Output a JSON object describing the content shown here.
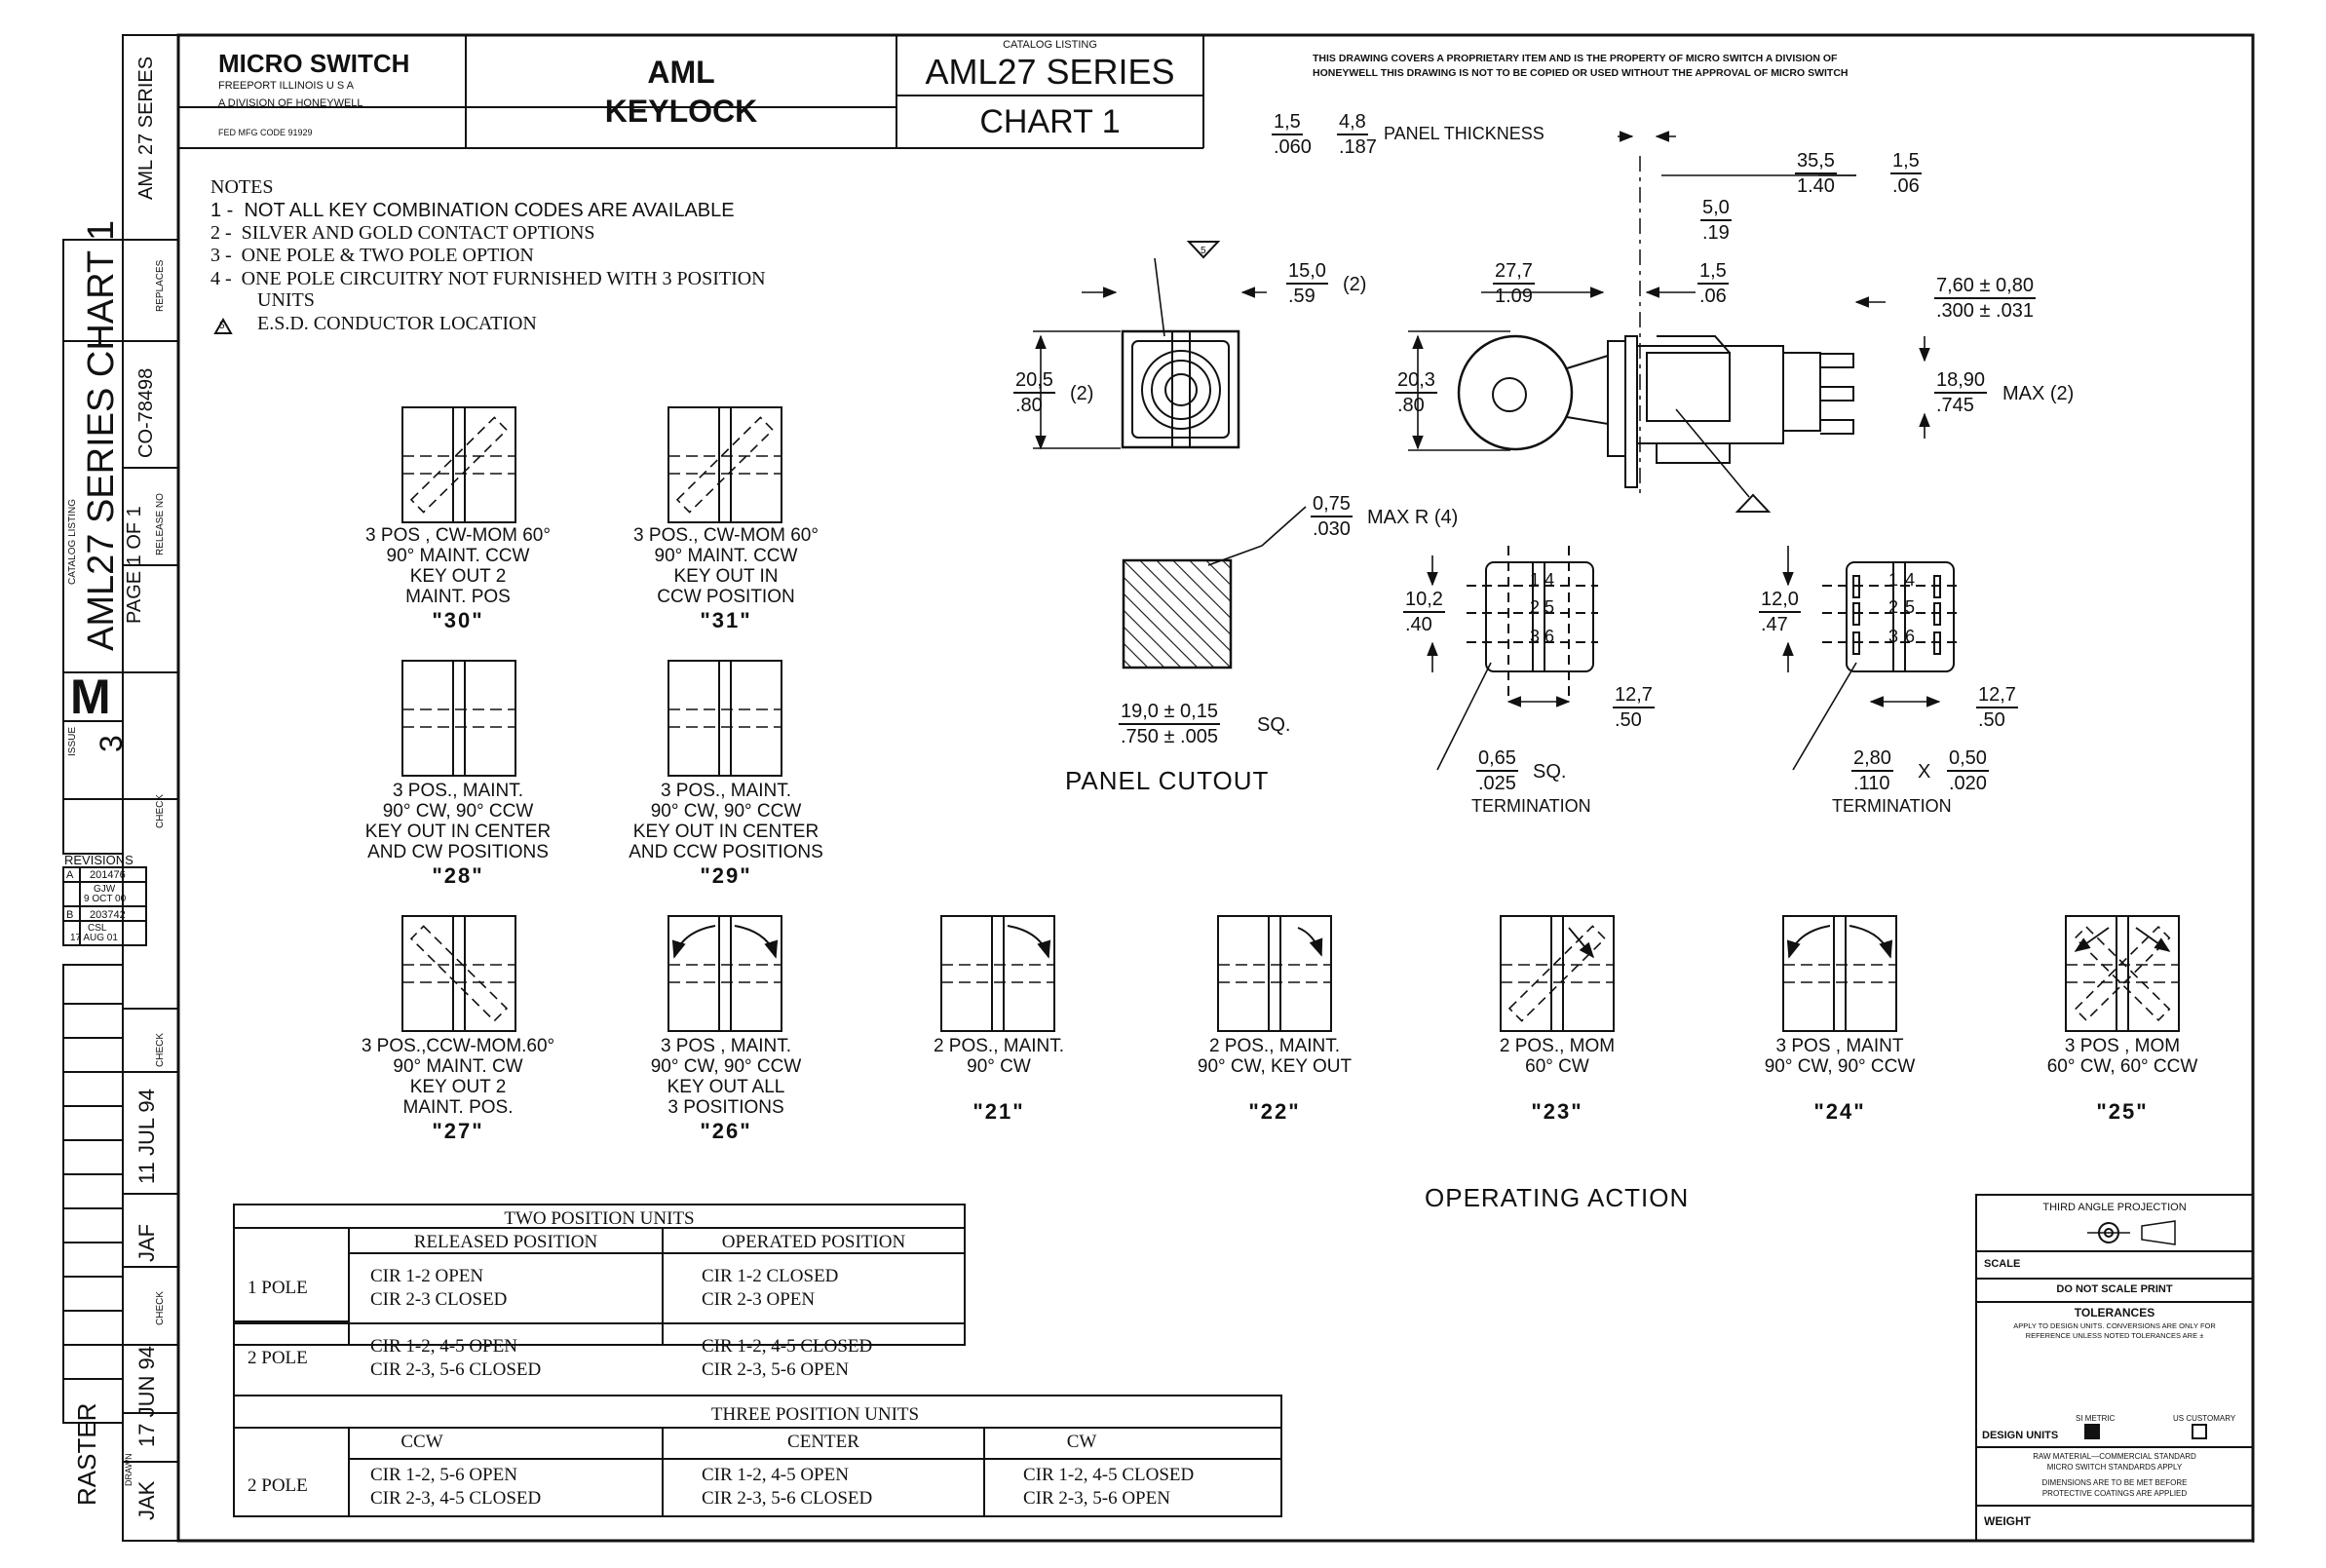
{
  "title_block": {
    "company": "MICRO SWITCH",
    "company_line1": "FREEPORT ILLINOIS U S A",
    "company_line2": "A DIVISION OF HONEYWELL",
    "mfg_code": "FED MFG CODE 91929",
    "product_line1": "AML",
    "product_line2": "KEYLOCK",
    "catalog_listing_label": "CATALOG LISTING",
    "catalog_series": "AML27 SERIES",
    "chart": "CHART 1",
    "proprietary_line1": "THIS DRAWING COVERS A PROPRIETARY ITEM AND IS THE PROPERTY OF MICRO SWITCH A DIVISION OF",
    "proprietary_line2": "HONEYWELL THIS DRAWING IS NOT TO BE COPIED OR USED WITHOUT THE APPROVAL OF MICRO SWITCH"
  },
  "side_strip": {
    "series_top": "AML 27 SERIES",
    "replaces": "REPLACES",
    "release_no_label": "RELEASE NO",
    "release_no": "CO-78498",
    "catalog_listing": "CATALOG LISTING",
    "title": "AML27 SERIES CHART 1",
    "page": "PAGE 1 OF 1",
    "logo": "M",
    "issue_label": "ISSUE",
    "issue": "3",
    "check": "CHECK",
    "revisions": "REVISIONS",
    "rev_a": "A",
    "rev_a_no": "201476",
    "rev_a_by": "GJW",
    "rev_a_date": "9 OCT 00",
    "rev_b": "B",
    "rev_b_no": "203742",
    "rev_b_by": "CSL",
    "rev_b_date": "17 AUG 01",
    "check2": "CHECK",
    "date1": "11 JUL 94",
    "init1": "JAF",
    "check3": "CHECK",
    "date2": "17 JUN 94",
    "drawn": "DRAWN",
    "init2": "JAK",
    "raster": "RASTER"
  },
  "notes": {
    "heading": "NOTES",
    "n1": "1 -  NOT ALL KEY COMBINATION CODES ARE AVAILABLE",
    "n2": "2 -  SILVER AND GOLD CONTACT OPTIONS",
    "n3": "3 -  ONE POLE & TWO POLE OPTION",
    "n4": "4 -  ONE POLE CIRCUITRY NOT FURNISHED WITH 3 POSITION",
    "n4b": "UNITS",
    "n5_mark": "5",
    "n5": "E.S.D. CONDUCTOR LOCATION"
  },
  "codes": {
    "c30": {
      "l1": "3 POS , CW-MOM 60°",
      "l2": "90° MAINT. CCW",
      "l3": "KEY OUT 2",
      "l4": "MAINT. POS",
      "code": "\"30\""
    },
    "c31": {
      "l1": "3 POS., CW-MOM 60°",
      "l2": "90° MAINT. CCW",
      "l3": "KEY OUT IN",
      "l4": "CCW POSITION",
      "code": "\"31\""
    },
    "c28": {
      "l1": "3 POS., MAINT.",
      "l2": "90° CW, 90° CCW",
      "l3": "KEY OUT IN CENTER",
      "l4": "AND CW POSITIONS",
      "code": "\"28\""
    },
    "c29": {
      "l1": "3 POS., MAINT.",
      "l2": "90° CW, 90° CCW",
      "l3": "KEY OUT IN CENTER",
      "l4": "AND CCW POSITIONS",
      "code": "\"29\""
    },
    "c27": {
      "l1": "3 POS.,CCW-MOM.60°",
      "l2": "90° MAINT. CW",
      "l3": "KEY OUT 2",
      "l4": "MAINT. POS.",
      "code": "\"27\""
    },
    "c26": {
      "l1": "3 POS , MAINT.",
      "l2": "90° CW, 90° CCW",
      "l3": "KEY OUT ALL",
      "l4": "3 POSITIONS",
      "code": "\"26\""
    },
    "c21": {
      "l1": "2 POS., MAINT.",
      "l2": "90° CW",
      "code": "\"21\""
    },
    "c22": {
      "l1": "2 POS., MAINT.",
      "l2": "90° CW, KEY OUT",
      "code": "\"22\""
    },
    "c23": {
      "l1": "2 POS., MOM",
      "l2": "60° CW",
      "code": "\"23\""
    },
    "c24": {
      "l1": "3 POS , MAINT",
      "l2": "90° CW, 90° CCW",
      "code": "\"24\""
    },
    "c25": {
      "l1": "3 POS , MOM",
      "l2": "60° CW, 60° CCW",
      "code": "\"25\""
    }
  },
  "operating_action": "OPERATING ACTION",
  "dims": {
    "panel_thk_a_top": "1,5",
    "panel_thk_a_bot": ".060",
    "panel_thk_b_top": "4,8",
    "panel_thk_b_bot": ".187",
    "panel_thickness": "PANEL THICKNESS",
    "d_355_top": "35,5",
    "d_355_bot": "1.40",
    "d_15a_top": "1,5",
    "d_15a_bot": ".06",
    "d_50_top": "5,0",
    "d_50_bot": ".19",
    "d_150_top": "15,0",
    "d_150_bot": ".59",
    "d_150_note": "(2)",
    "d_277_top": "27,7",
    "d_277_bot": "1.09",
    "d_15b_top": "1,5",
    "d_15b_bot": ".06",
    "d_760_top": "7,60 ± 0,80",
    "d_760_bot": ".300 ± .031",
    "d_205_top": "20,5",
    "d_205_bot": ".80",
    "d_205_note": "(2)",
    "d_203_top": "20,3",
    "d_203_bot": ".80",
    "d_1890_top": "18,90",
    "d_1890_bot": ".745",
    "d_1890_note": "MAX (2)",
    "d_075_top": "0,75",
    "d_075_bot": ".030",
    "d_075_note": "MAX R (4)",
    "d_190_top": "19,0 ± 0,15",
    "d_190_bot": ".750 ± .005",
    "d_190_note": "SQ.",
    "panel_cutout": "PANEL CUTOUT",
    "d_102_top": "10,2",
    "d_102_bot": ".40",
    "d_127a_top": "12,7",
    "d_127a_bot": ".50",
    "d_065_top": "0,65",
    "d_065_bot": ".025",
    "d_065_note": "SQ.",
    "termination_a": "TERMINATION",
    "d_120_top": "12,0",
    "d_120_bot": ".47",
    "d_127b_top": "12,7",
    "d_127b_bot": ".50",
    "d_280_top": "2,80",
    "d_280_bot": ".110",
    "d_x": "X",
    "d_050_top": "0,50",
    "d_050_bot": ".020",
    "termination_b": "TERMINATION",
    "esd_mark": "5",
    "pin1": "1",
    "pin2": "2",
    "pin3": "3",
    "pin4": "4",
    "pin5": "5",
    "pin6": "6",
    "pinb1": "1",
    "pinb2": "2",
    "pinb3": "3",
    "pinb4": "4",
    "pinb5": "5",
    "pinb6": "6"
  },
  "two_pos_table": {
    "title": "TWO POSITION UNITS",
    "h_released": "RELEASED POSITION",
    "h_operated": "OPERATED POSITION",
    "r1_label": "1 POLE",
    "r1_rel_1": "CIR 1-2 OPEN",
    "r1_rel_2": "CIR 2-3 CLOSED",
    "r1_op_1": "CIR 1-2 CLOSED",
    "r1_op_2": "CIR 2-3 OPEN",
    "r2_label": "2 POLE",
    "r2_rel_1": "CIR 1-2, 4-5 OPEN",
    "r2_rel_2": "CIR 2-3, 5-6 CLOSED",
    "r2_op_1": "CIR 1-2, 4-5 CLOSED",
    "r2_op_2": "CIR 2-3, 5-6 OPEN"
  },
  "three_pos_table": {
    "title": "THREE POSITION UNITS",
    "h_ccw": "CCW",
    "h_center": "CENTER",
    "h_cw": "CW",
    "r_label": "2 POLE",
    "ccw_1": "CIR 1-2, 5-6 OPEN",
    "ccw_2": "CIR 2-3, 4-5 CLOSED",
    "center_1": "CIR 1-2, 4-5 OPEN",
    "center_2": "CIR 2-3, 5-6 CLOSED",
    "cw_1": "CIR 1-2, 4-5 CLOSED",
    "cw_2": "CIR 2-3, 5-6 OPEN"
  },
  "tolerance_block": {
    "projection": "THIRD ANGLE PROJECTION",
    "scale": "SCALE",
    "do_not_scale": "DO NOT SCALE PRINT",
    "tolerances": "TOLERANCES",
    "tol_note1": "APPLY TO DESIGN UNITS. CONVERSIONS ARE ONLY FOR",
    "tol_note2": "REFERENCE UNLESS NOTED TOLERANCES ARE ±",
    "design_units": "DESIGN UNITS",
    "si_metric": "SI METRIC",
    "us_customary": "US CUSTOMARY",
    "raw_material": "RAW MATERIAL—COMMERCIAL STANDARD",
    "ms_standards": "MICRO SWITCH STANDARDS APPLY",
    "dims_met1": "DIMENSIONS ARE TO BE MET BEFORE",
    "dims_met2": "PROTECTIVE COATINGS ARE APPLIED",
    "weight": "WEIGHT"
  }
}
